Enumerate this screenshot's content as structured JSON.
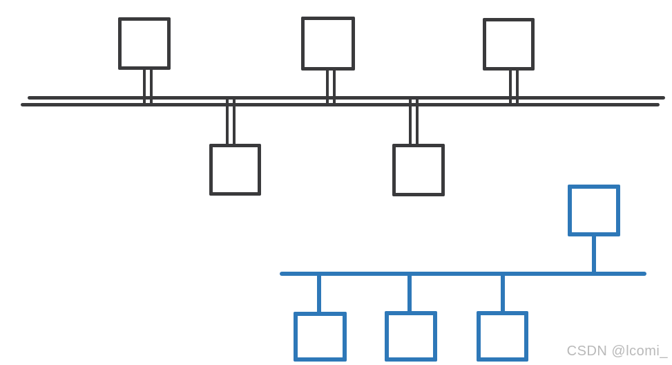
{
  "diagram": {
    "type": "bus-network-topology-comparison",
    "networks": [
      {
        "id": "dark-bus-network",
        "color": "#3a3a3c",
        "bus_style": "double-line",
        "node_count": 5,
        "nodes_above_bus": 3,
        "nodes_below_bus": 2,
        "drop_line_style": "double-line"
      },
      {
        "id": "blue-bus-network",
        "color": "#2e78b8",
        "bus_style": "single-line",
        "node_count": 4,
        "nodes_above_bus": 1,
        "nodes_below_bus": 3,
        "drop_line_style": "single-line"
      }
    ]
  },
  "watermark": {
    "text": "CSDN @lcomi_"
  },
  "colors": {
    "background": "#ffffff",
    "dark": "#3a3a3c",
    "blue": "#2e78b8",
    "watermark": "#b9b9b9"
  }
}
